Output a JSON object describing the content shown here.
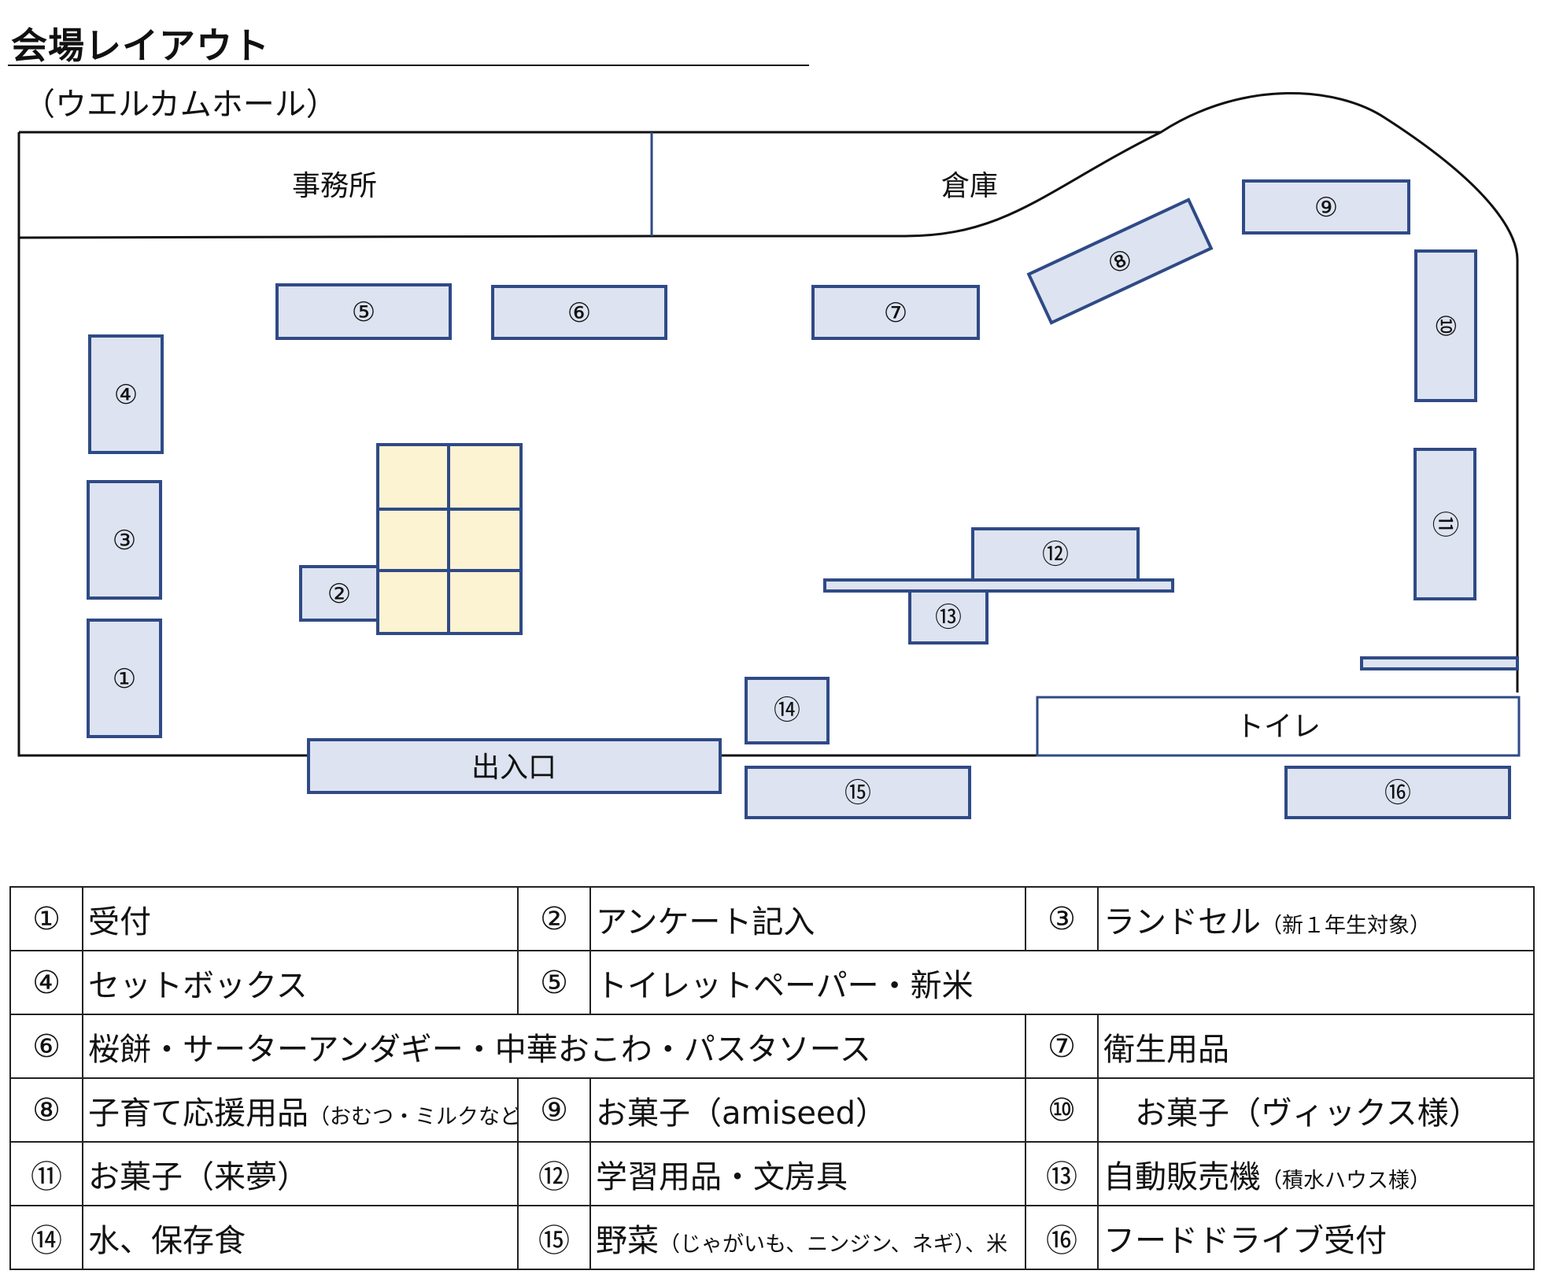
{
  "title": "会場レイアウト",
  "subtitle": "（ウエルカムホール）",
  "map": {
    "rooms": {
      "office": "事務所",
      "storage": "倉庫",
      "toilet": "トイレ",
      "entrance": "出入口"
    },
    "booths": [
      "①",
      "②",
      "③",
      "④",
      "⑤",
      "⑥",
      "⑦",
      "⑧",
      "⑨",
      "⑩",
      "⑪",
      "⑫",
      "⑬",
      "⑭",
      "⑮",
      "⑯"
    ]
  },
  "legend": [
    {
      "num": "①",
      "label": "受付",
      "note": ""
    },
    {
      "num": "②",
      "label": "アンケート記入",
      "note": ""
    },
    {
      "num": "③",
      "label": "ランドセル",
      "note": "（新１年生対象）"
    },
    {
      "num": "④",
      "label": "セットボックス",
      "note": ""
    },
    {
      "num": "⑤",
      "label": "トイレットペーパー・新米",
      "note": ""
    },
    {
      "num": "⑥",
      "label": "桜餅・サーターアンダギー・中華おこわ・パスタソース",
      "note": ""
    },
    {
      "num": "⑦",
      "label": "衛生用品",
      "note": ""
    },
    {
      "num": "⑧",
      "label": "子育て応援用品",
      "note": "（おむつ・ミルクなど）"
    },
    {
      "num": "⑨",
      "label": "お菓子（amiseed）",
      "note": ""
    },
    {
      "num": "⑩",
      "label": "　お菓子（ヴィックス様）",
      "note": ""
    },
    {
      "num": "⑪",
      "label": "お菓子（来夢）",
      "note": ""
    },
    {
      "num": "⑫",
      "label": "学習用品・文房具",
      "note": ""
    },
    {
      "num": "⑬",
      "label": "自動販売機",
      "note": "（積水ハウス様）"
    },
    {
      "num": "⑭",
      "label": "水、保存食",
      "note": ""
    },
    {
      "num": "⑮",
      "label": "野菜",
      "note": "（じゃがいも、ニンジン、ネギ）、米"
    },
    {
      "num": "⑯",
      "label": "フードドライブ受付",
      "note": ""
    }
  ]
}
